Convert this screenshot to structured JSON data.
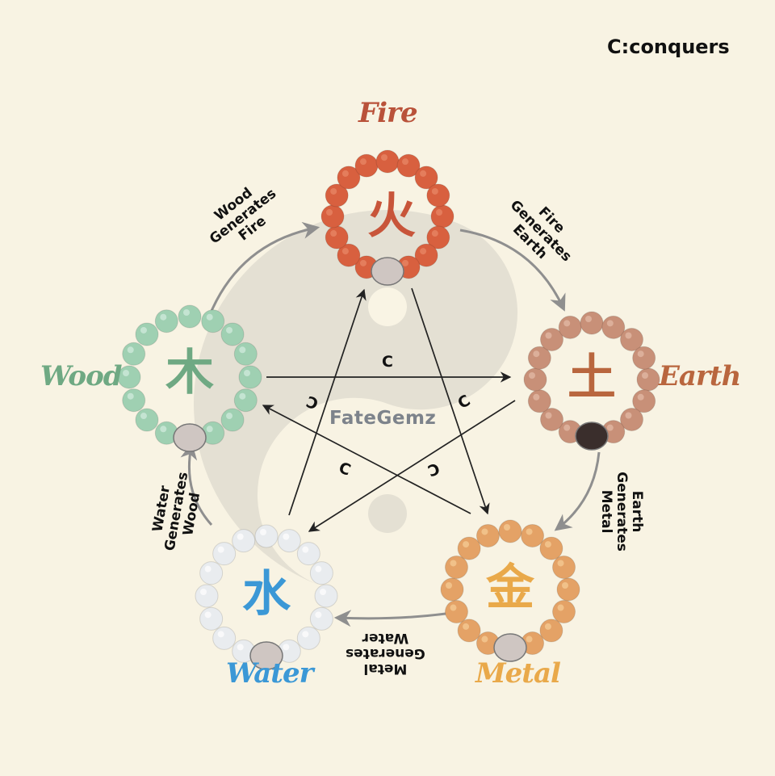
{
  "legend": {
    "text": "C:conquers"
  },
  "watermark": {
    "text": "FateGemz"
  },
  "colors": {
    "background": "#f8f3e3",
    "yin_yang_grey": "#e4e0d3",
    "generates_arrow": "#8f8f8f",
    "conquers_arrow": "#222222",
    "fire": "#b9523a",
    "earth": "#b9663e",
    "metal": "#e9a94a",
    "water": "#3b98d6",
    "wood": "#6fa983"
  },
  "elements": [
    {
      "key": "fire",
      "label": "Fire",
      "glyph": "火",
      "bead_color": "#d8603f",
      "bead_accent": "#ea8a6a"
    },
    {
      "key": "earth",
      "label": "Earth",
      "glyph": "土",
      "bead_color": "#c89078",
      "bead_accent": "#e4bca8"
    },
    {
      "key": "metal",
      "label": "Metal",
      "glyph": "金",
      "bead_color": "#e4a266",
      "bead_accent": "#f6cf98"
    },
    {
      "key": "water",
      "label": "Water",
      "glyph": "水",
      "bead_color": "#e9ecef",
      "bead_accent": "#ffffff"
    },
    {
      "key": "wood",
      "label": "Wood",
      "glyph": "木",
      "bead_color": "#9fd0b2",
      "bead_accent": "#d4eddf"
    }
  ],
  "generates": [
    {
      "from": "Wood",
      "to": "Fire",
      "lines": [
        "Wood",
        "Generates",
        "Fire"
      ]
    },
    {
      "from": "Fire",
      "to": "Earth",
      "lines": [
        "Fire",
        "Generates",
        "Earth"
      ]
    },
    {
      "from": "Earth",
      "to": "Metal",
      "lines": [
        "Earth",
        "Generates",
        "Metal"
      ]
    },
    {
      "from": "Metal",
      "to": "Water",
      "lines": [
        "Metal",
        "Generates",
        "Water"
      ]
    },
    {
      "from": "Water",
      "to": "Wood",
      "lines": [
        "Water",
        "Generates",
        "Wood"
      ]
    }
  ],
  "conquers": [
    {
      "from": "Wood",
      "to": "Earth",
      "mark": "C"
    },
    {
      "from": "Earth",
      "to": "Water",
      "mark": "C"
    },
    {
      "from": "Water",
      "to": "Fire",
      "mark": "C"
    },
    {
      "from": "Fire",
      "to": "Metal",
      "mark": "C"
    },
    {
      "from": "Metal",
      "to": "Wood",
      "mark": "C"
    }
  ]
}
